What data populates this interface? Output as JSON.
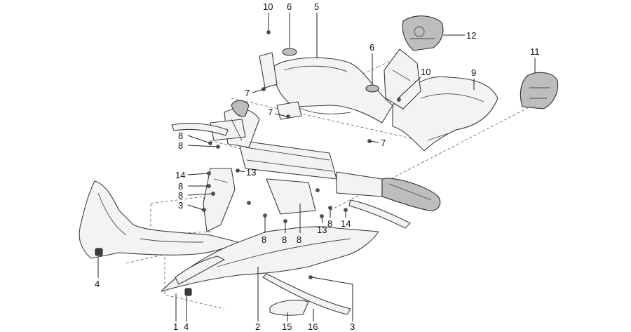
{
  "callouts": [
    {
      "id": "c10a",
      "text": "10"
    },
    {
      "id": "c6a",
      "text": "6"
    },
    {
      "id": "c5",
      "text": "5"
    },
    {
      "id": "c12",
      "text": "12"
    },
    {
      "id": "c6b",
      "text": "6"
    },
    {
      "id": "c11",
      "text": "11"
    },
    {
      "id": "c10b",
      "text": "10"
    },
    {
      "id": "c9",
      "text": "9"
    },
    {
      "id": "c7a",
      "text": "7"
    },
    {
      "id": "c7b",
      "text": "7"
    },
    {
      "id": "c7c",
      "text": "7"
    },
    {
      "id": "c8a",
      "text": "8"
    },
    {
      "id": "c8b",
      "text": "8"
    },
    {
      "id": "c14a",
      "text": "14"
    },
    {
      "id": "c13a",
      "text": "13"
    },
    {
      "id": "c8c",
      "text": "8"
    },
    {
      "id": "c8d",
      "text": "8"
    },
    {
      "id": "c3a",
      "text": "3"
    },
    {
      "id": "c4a",
      "text": "4"
    },
    {
      "id": "c8e",
      "text": "8"
    },
    {
      "id": "c8f",
      "text": "8"
    },
    {
      "id": "c8g",
      "text": "8"
    },
    {
      "id": "c8h",
      "text": "8"
    },
    {
      "id": "c13b",
      "text": "13"
    },
    {
      "id": "c14b",
      "text": "14"
    },
    {
      "id": "c1",
      "text": "1"
    },
    {
      "id": "c4b",
      "text": "4"
    },
    {
      "id": "c2",
      "text": "2"
    },
    {
      "id": "c15",
      "text": "15"
    },
    {
      "id": "c16",
      "text": "16"
    },
    {
      "id": "c3b",
      "text": "3"
    }
  ]
}
